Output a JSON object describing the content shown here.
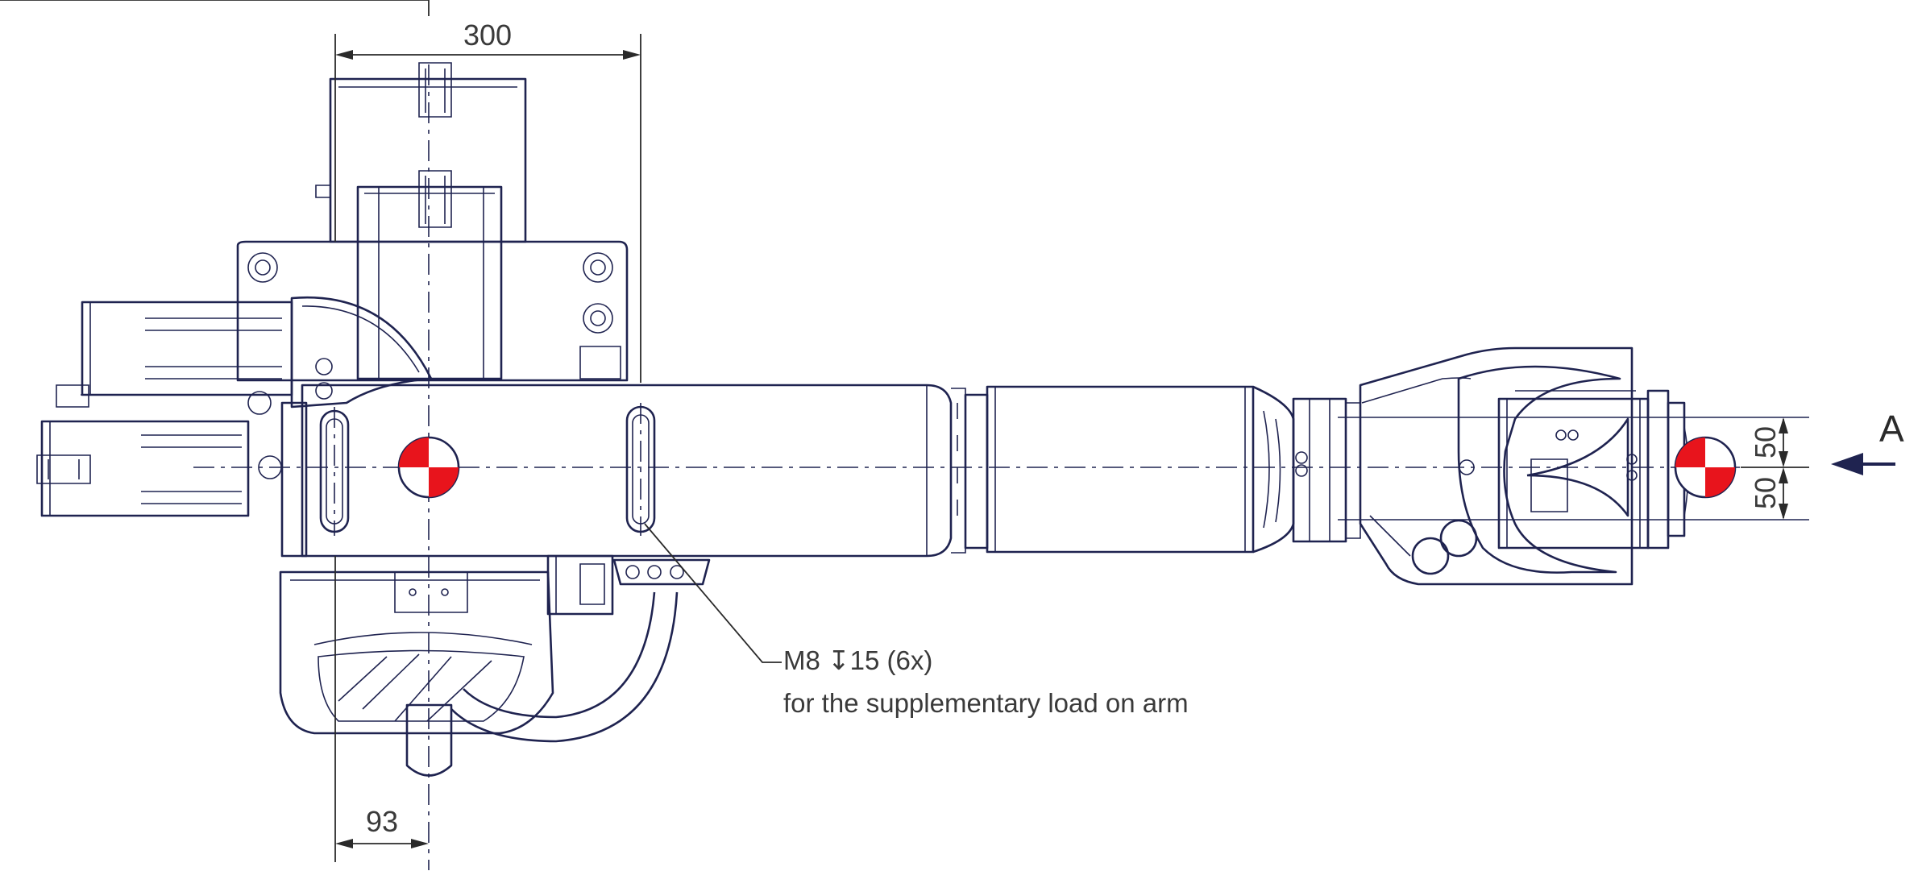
{
  "dimensions": {
    "top_width": "300",
    "bottom_offset": "93",
    "right_upper": "50",
    "right_lower": "50"
  },
  "view_marker": "A",
  "annotation": {
    "thread": "M8 ↧15 (6x)",
    "description": "for the supplementary load on arm"
  },
  "colors": {
    "line": "#1f2350",
    "center_of_gravity": "#e8141c"
  }
}
